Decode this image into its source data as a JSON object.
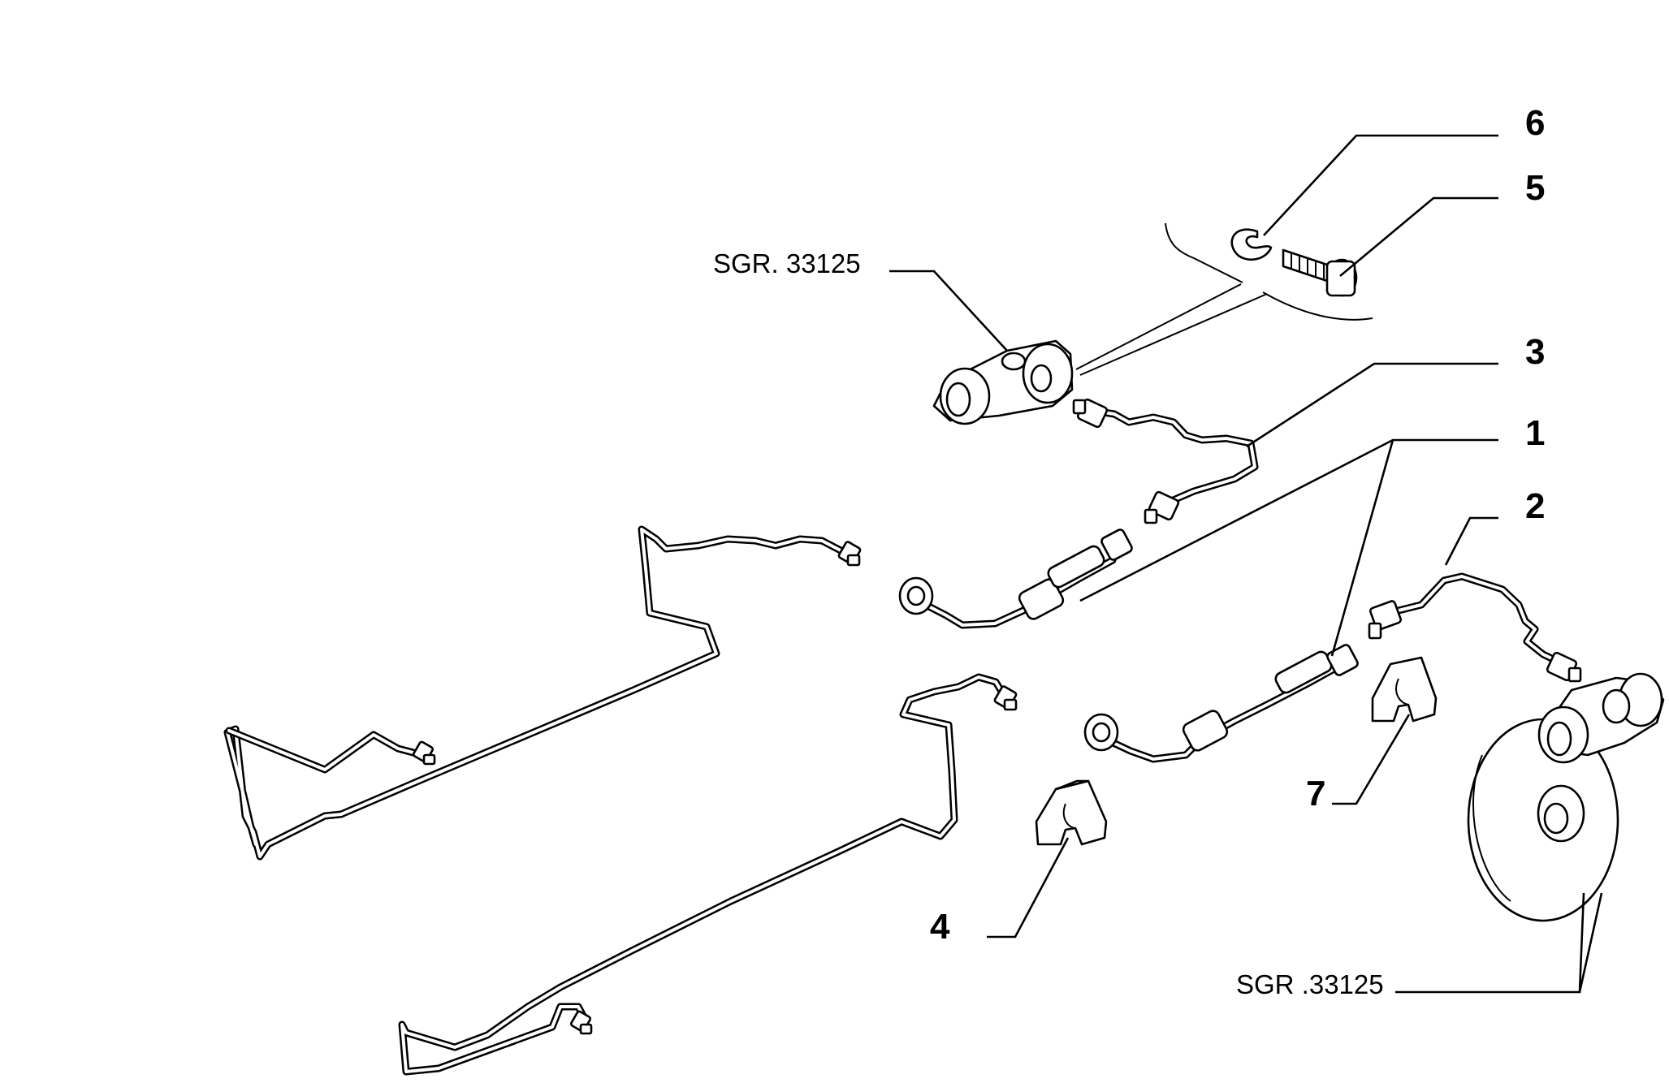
{
  "diagram": {
    "callouts": {
      "c1": "1",
      "c2": "2",
      "c3": "3",
      "c4": "4",
      "c5": "5",
      "c6": "6",
      "c7": "7"
    },
    "references": {
      "top": "SGR. 33125",
      "bottom": "SGR .33125"
    }
  }
}
